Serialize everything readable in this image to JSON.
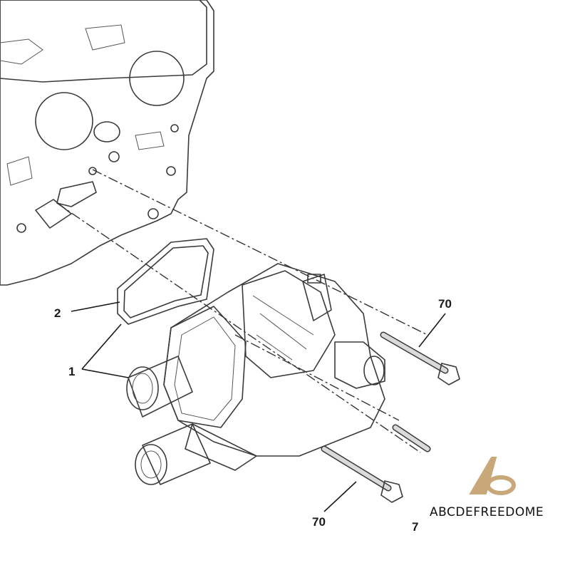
{
  "callouts": {
    "gasket": "2",
    "thermostat_housing": "1",
    "bolt_upper": "70",
    "bolt_lower": "70",
    "bolt_cropped": "7"
  },
  "watermark": {
    "brand_text": "ABCDEFREEDOME",
    "logo_color": "#c8a878"
  },
  "colors": {
    "housing_fill": "#d6d6d8",
    "engine_block_fill": "#e9e9eb",
    "outline": "#3a3a3a"
  }
}
